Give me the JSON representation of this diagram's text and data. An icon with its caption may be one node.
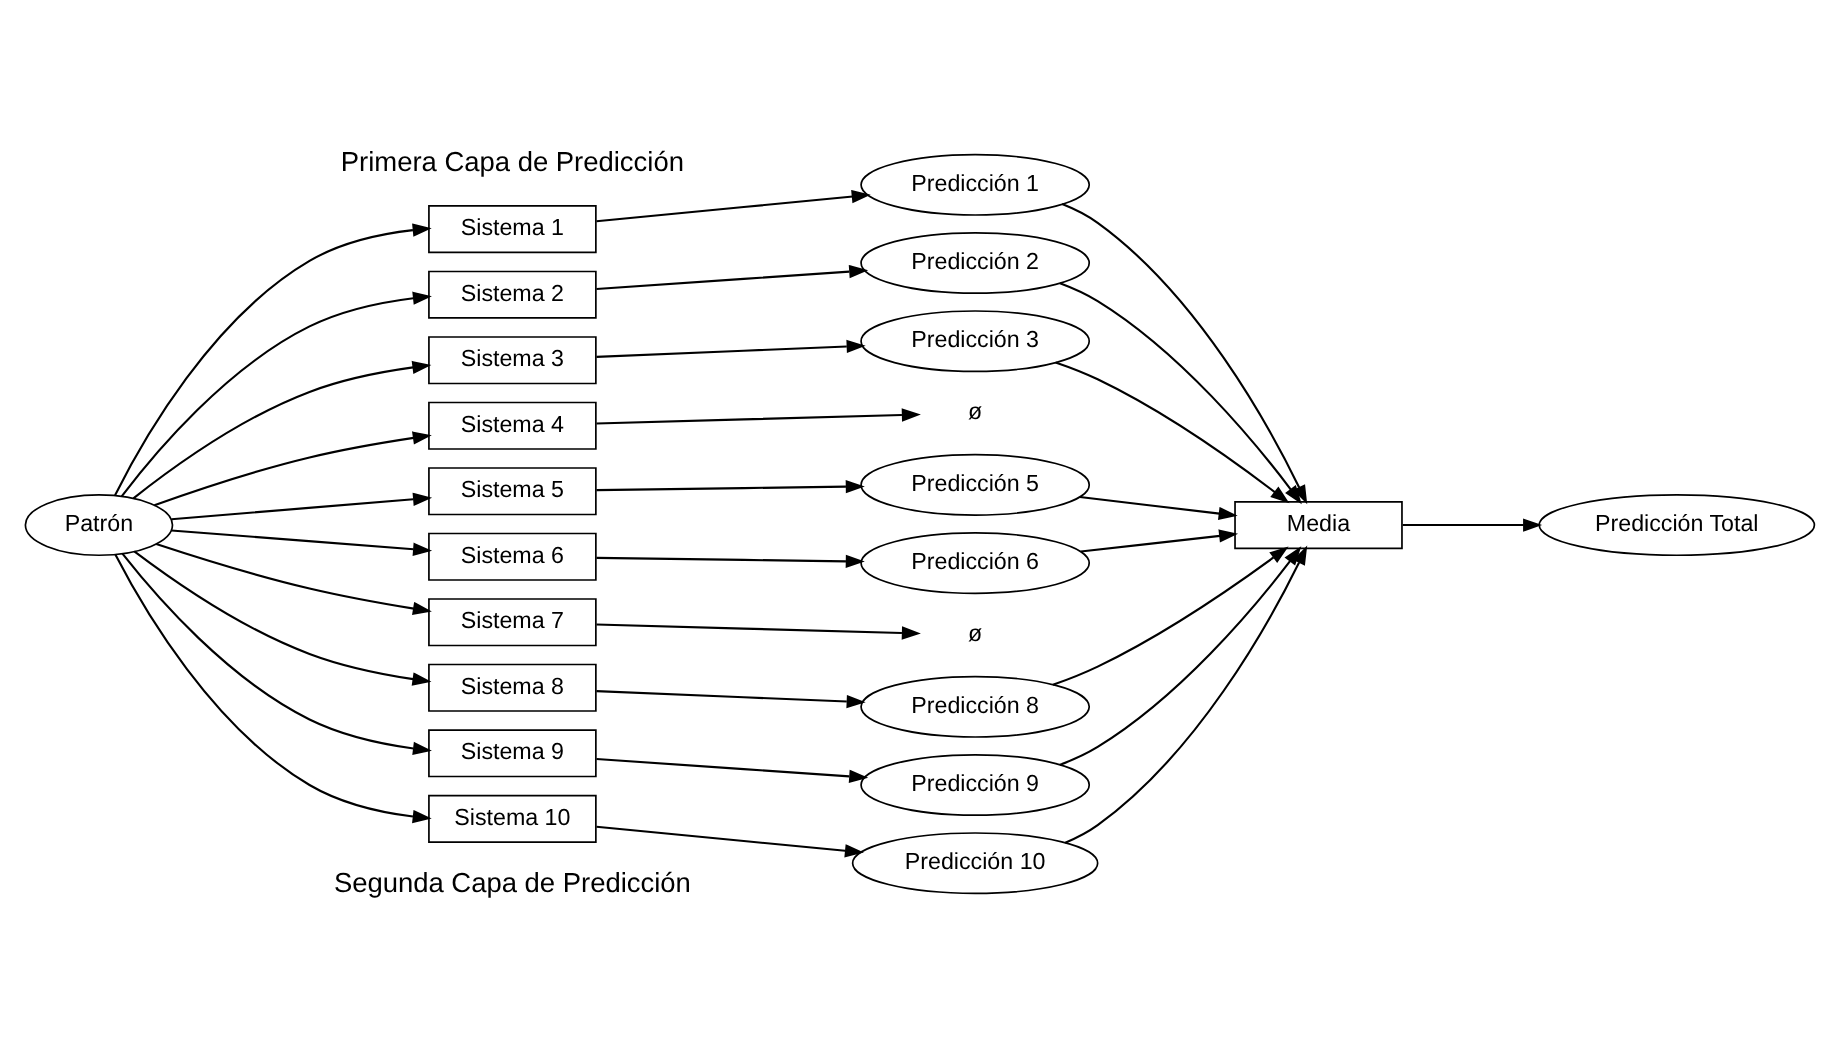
{
  "diagram": {
    "nodes": [
      {
        "text": [
          "Patrón"
        ]
      },
      {
        "text": [
          "Sistema 1"
        ]
      },
      {
        "text": [
          "Predicción 1"
        ]
      },
      {
        "text": [
          "Sistema 2"
        ]
      },
      {
        "text": [
          "Predicción 2"
        ]
      },
      {
        "text": [
          "Sistema 3"
        ]
      },
      {
        "text": [
          "Predicción 3"
        ]
      },
      {
        "text": [
          "Sistema 4"
        ]
      },
      {
        "text": [
          "ø"
        ]
      },
      {
        "text": [
          "Sistema 5"
        ]
      },
      {
        "text": [
          "Predicción 5"
        ]
      },
      {
        "text": [
          "Sistema 6"
        ]
      },
      {
        "text": [
          "Predicción 6"
        ]
      },
      {
        "text": [
          "Sistema 7"
        ]
      },
      {
        "text": [
          "ø"
        ]
      },
      {
        "text": [
          "Sistema 8"
        ]
      },
      {
        "text": [
          "Predicción 8"
        ]
      },
      {
        "text": [
          "Sistema 9"
        ]
      },
      {
        "text": [
          "Predicción 9"
        ]
      },
      {
        "text": [
          "Sistema 10"
        ]
      },
      {
        "text": [
          "Predicción 10"
        ]
      },
      {
        "text": [
          "Media"
        ]
      },
      {
        "text": [
          "Predicción Total"
        ]
      }
    ],
    "edges": [
      {
        "from": 0,
        "to": 1,
        "arrow": "to"
      },
      {
        "from": 0,
        "to": 3,
        "arrow": "to"
      },
      {
        "from": 0,
        "to": 5,
        "arrow": "to"
      },
      {
        "from": 0,
        "to": 7,
        "arrow": "to"
      },
      {
        "from": 0,
        "to": 9,
        "arrow": "to"
      },
      {
        "from": 0,
        "to": 11,
        "arrow": "to"
      },
      {
        "from": 0,
        "to": 13,
        "arrow": "to"
      },
      {
        "from": 0,
        "to": 15,
        "arrow": "to"
      },
      {
        "from": 0,
        "to": 17,
        "arrow": "to"
      },
      {
        "from": 0,
        "to": 19,
        "arrow": "to"
      },
      {
        "from": 1,
        "to": 2,
        "arrow": "to"
      },
      {
        "from": 3,
        "to": 4,
        "arrow": "to"
      },
      {
        "from": 5,
        "to": 6,
        "arrow": "to"
      },
      {
        "from": 7,
        "to": 8,
        "arrow": "to"
      },
      {
        "from": 9,
        "to": 10,
        "arrow": "to"
      },
      {
        "from": 11,
        "to": 12,
        "arrow": "to"
      },
      {
        "from": 13,
        "to": 14,
        "arrow": "to"
      },
      {
        "from": 15,
        "to": 16,
        "arrow": "to"
      },
      {
        "from": 17,
        "to": 18,
        "arrow": "to"
      },
      {
        "from": 19,
        "to": 20,
        "arrow": "to"
      },
      {
        "from": 2,
        "to": 21,
        "arrow": "to"
      },
      {
        "from": 4,
        "to": 21,
        "arrow": "to"
      },
      {
        "from": 6,
        "to": 21,
        "arrow": "to"
      },
      {
        "from": 10,
        "to": 21,
        "arrow": "to"
      },
      {
        "from": 12,
        "to": 21,
        "arrow": "to"
      },
      {
        "from": 16,
        "to": 21,
        "arrow": "to"
      },
      {
        "from": 18,
        "to": 21,
        "arrow": "to"
      },
      {
        "from": 20,
        "to": 21,
        "arrow": "to"
      },
      {
        "from": 21,
        "to": 22,
        "arrow": "to"
      }
    ],
    "labels": [
      "Primera Capa de Predicción",
      "Segunda Capa de Predicción"
    ]
  }
}
